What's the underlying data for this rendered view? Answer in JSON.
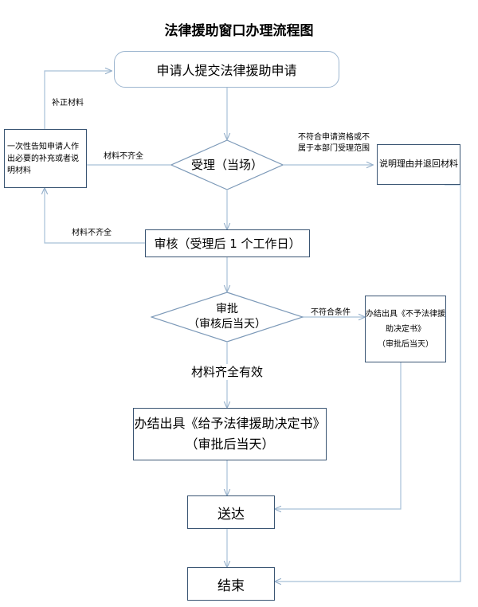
{
  "diagram": {
    "title": "法律援助窗口办理流程图",
    "type": "flowchart",
    "colors": {
      "box_border": "#3a5573",
      "rounded_border": "#9db6d0",
      "connector": "#9db6d0",
      "text": "#000000",
      "background": "#ffffff"
    }
  },
  "nodes": {
    "submit": {
      "label": "申请人提交法律援助申请",
      "shape": "rounded-rectangle"
    },
    "notify": {
      "label": "一次性告知申请人作出必要的补充或者说明材料",
      "shape": "rectangle"
    },
    "accept": {
      "label": "受理（当场）",
      "shape": "diamond"
    },
    "reject_return": {
      "label": "说明理由并退回材料",
      "shape": "rectangle"
    },
    "review": {
      "label": "审核（受理后 1 个工作日）",
      "shape": "rectangle"
    },
    "approve": {
      "label": "审批\n（审核后当天）",
      "shape": "diamond"
    },
    "deny_decision": {
      "label": "办结出具《不予法律援助决定书》\n（审批后当天）",
      "shape": "rectangle"
    },
    "grant_decision": {
      "label": "办结出具《给予法律援助决定书》\n（审批后当天）",
      "shape": "rectangle"
    },
    "deliver": {
      "label": "送达",
      "shape": "rectangle"
    },
    "end": {
      "label": "结束",
      "shape": "rectangle"
    }
  },
  "edge_labels": {
    "correction": "补正材料",
    "incomplete_accept": "材料不齐全",
    "incomplete_review": "材料不齐全",
    "not_qualified": "不符合申请资格或不\n属于本部门受理范围",
    "not_conditions": "不符合条件",
    "complete_valid": "材料齐全有效"
  }
}
